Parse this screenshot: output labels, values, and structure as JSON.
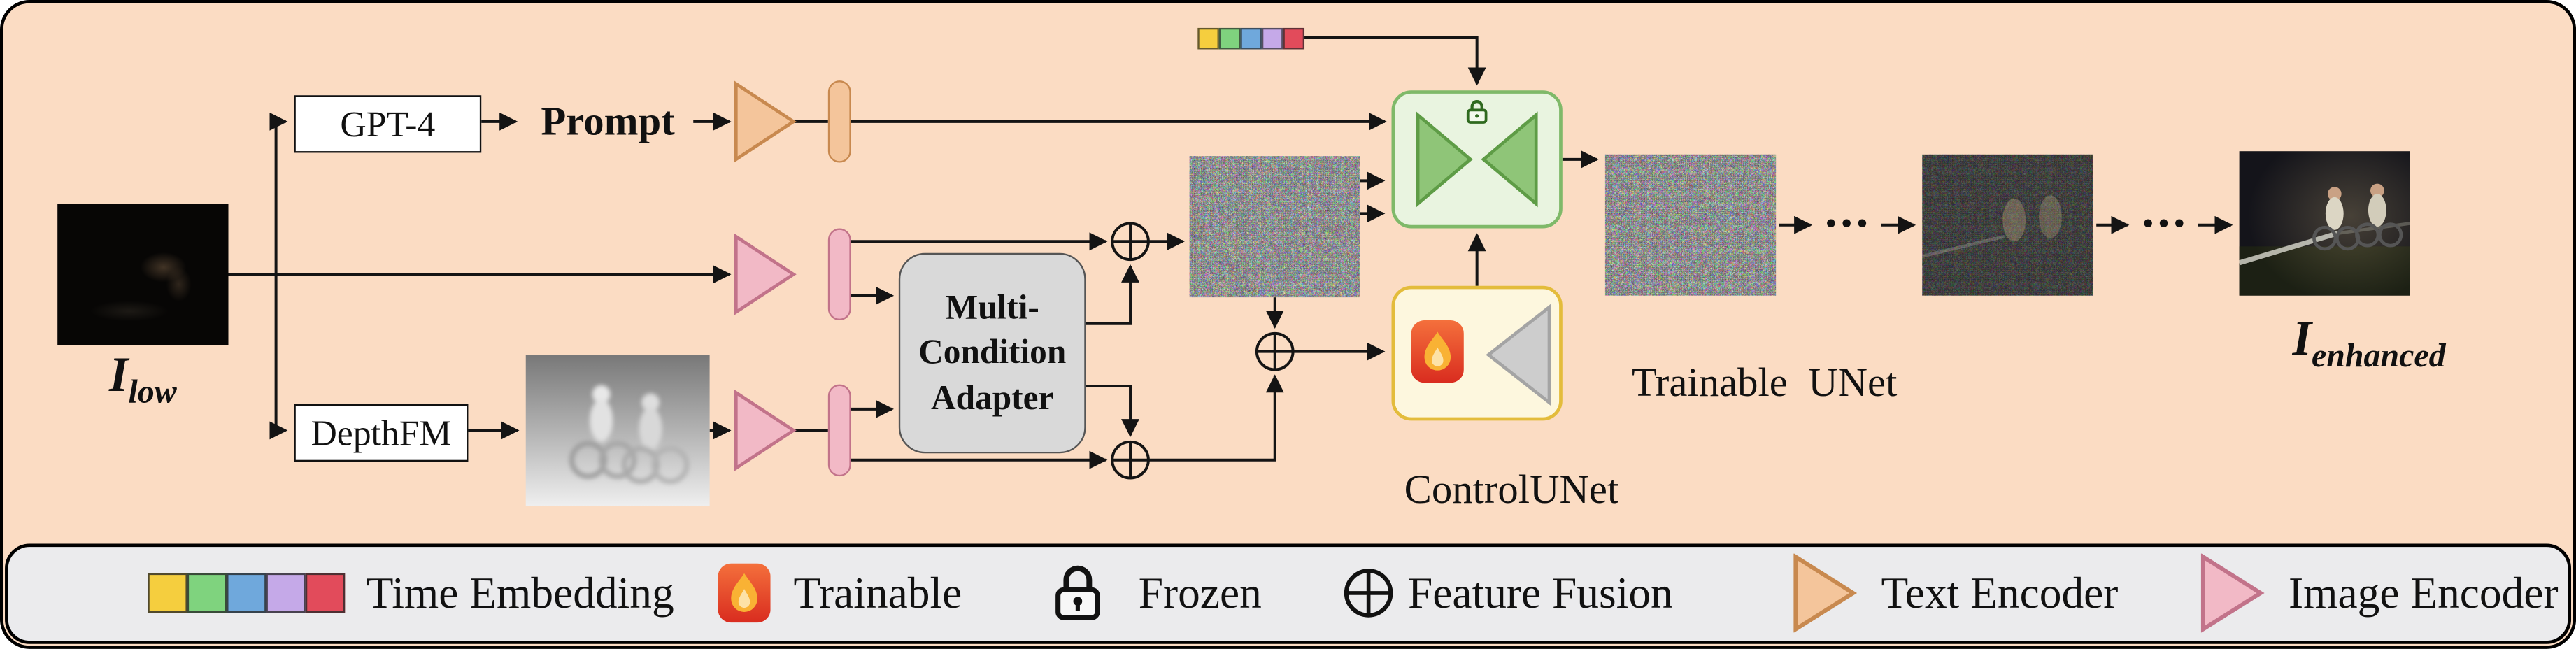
{
  "diagram": {
    "i_low": {
      "base": "I",
      "sub": "low"
    },
    "i_enhanced": {
      "base": "I",
      "sub": "enhanced"
    },
    "gpt4_label": "GPT-4",
    "prompt_label": "Prompt",
    "depthfm_label": "DepthFM",
    "adapter": {
      "line1": "Multi-",
      "line2": "Condition",
      "line3": "Adapter"
    },
    "trainable_unet_label": "Trainable  UNet",
    "control_unet_label": "ControlUNet",
    "ellipsis1": "...",
    "ellipsis2": "..."
  },
  "legend": {
    "items": [
      {
        "icon": "time-embedding-squares",
        "label": "Time Embedding"
      },
      {
        "icon": "flame-icon",
        "label": "Trainable"
      },
      {
        "icon": "lock-icon",
        "label": "Frozen"
      },
      {
        "icon": "plus-circle-icon",
        "label": "Feature Fusion"
      },
      {
        "icon": "text-encoder-triangle",
        "label": "Text Encoder"
      },
      {
        "icon": "image-encoder-triangle",
        "label": "Image Encoder"
      }
    ]
  },
  "colors": {
    "panel_bg": "#FBDCC3",
    "legend_bg": "#EBEBED",
    "border": "#000000",
    "text_encoder": "#F4C59B",
    "text_encoder_border": "#C8894F",
    "image_encoder": "#F2B9C6",
    "image_encoder_border": "#C2738A",
    "unet_box_bg": "#E9F4E0",
    "unet_box_border": "#7FB969",
    "unet_triangle": "#8FC578",
    "control_box_bg": "#FDF7DE",
    "control_box_border": "#E3BC3B",
    "control_triangle": "#CDCDCD",
    "adapter_bg": "#D9D9D9",
    "flame_badge": "#E0301E",
    "flame": "#F9B234",
    "time_embedding": [
      "#F5CE3E",
      "#7FD37E",
      "#6FA8DC",
      "#C5A9E8",
      "#E24B5B"
    ]
  }
}
